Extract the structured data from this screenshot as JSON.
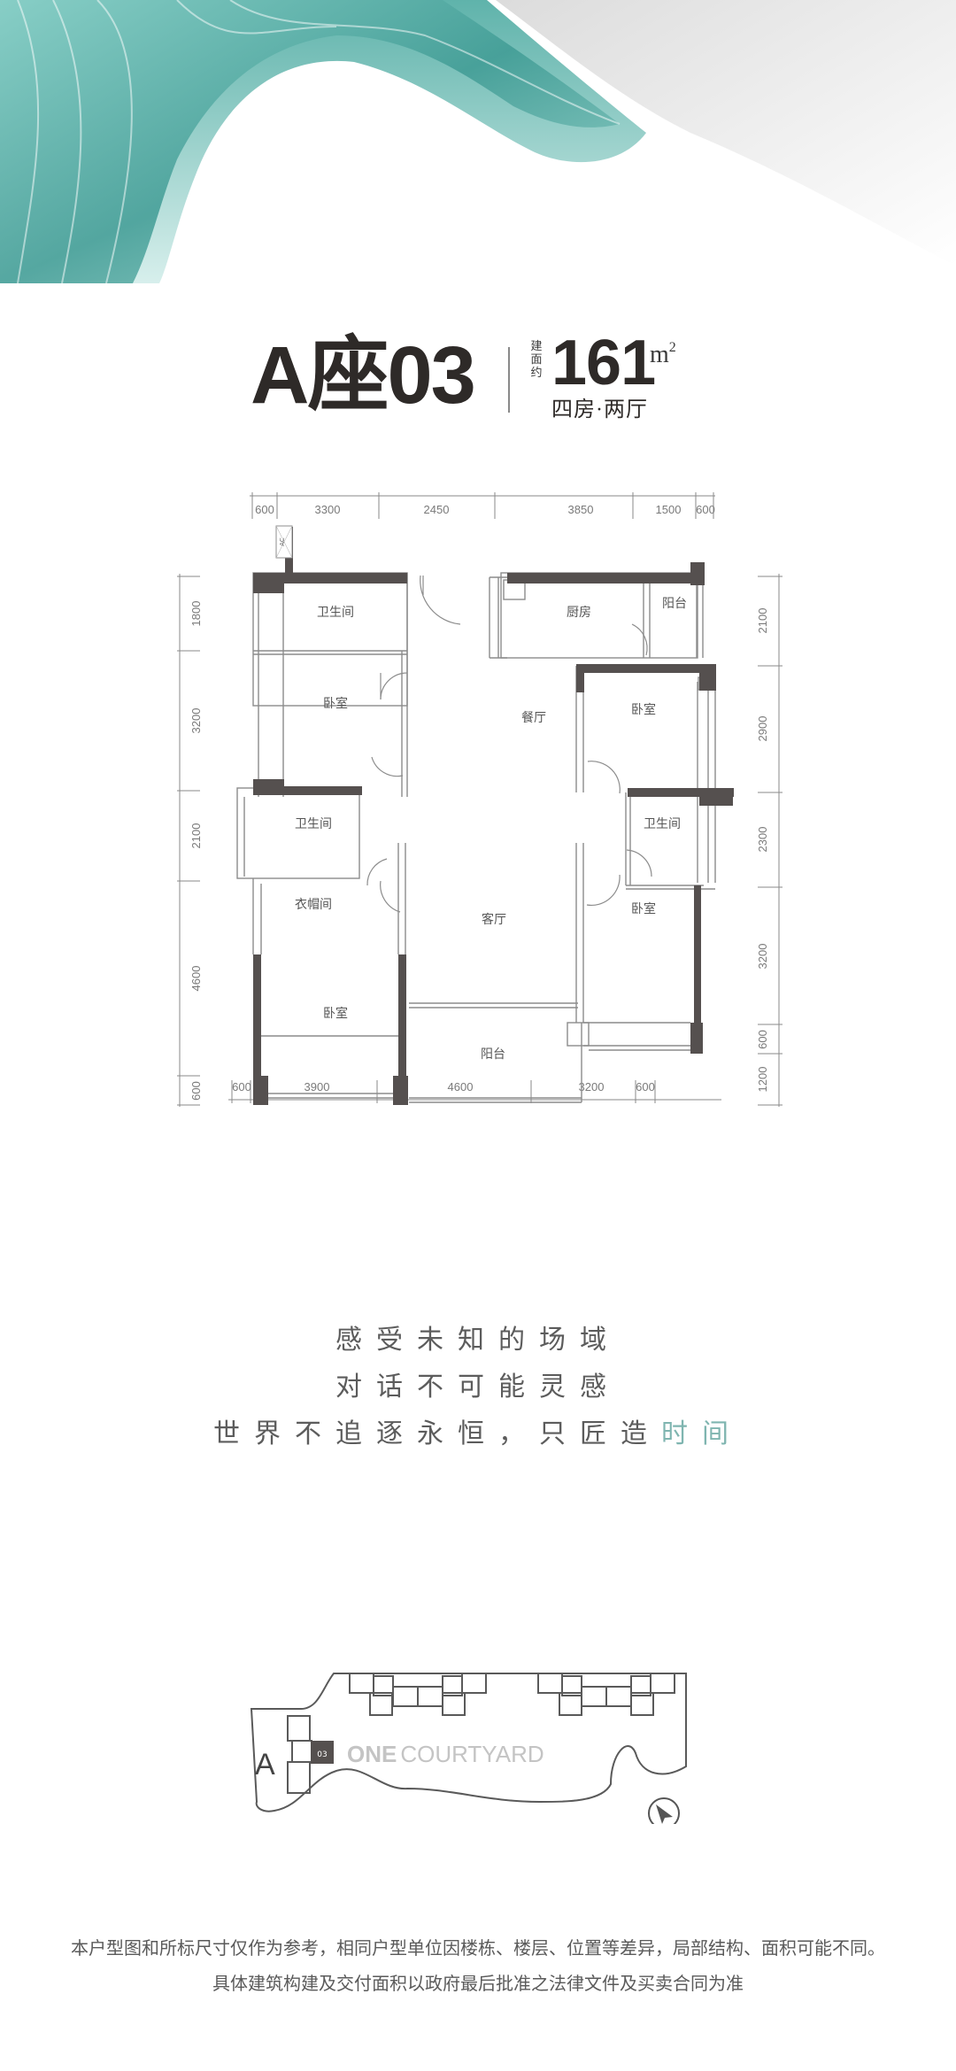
{
  "header": {
    "unit_code": "A座03",
    "area_label": "建面约",
    "area_value": "161",
    "area_unit": "m",
    "area_unit_sup": "2",
    "layout_type": "四房·两厅"
  },
  "floor_plan": {
    "top_dimensions": [
      "600",
      "3300",
      "2450",
      "3850",
      "1500",
      "600"
    ],
    "bottom_dimensions": [
      "600",
      "3900",
      "4600",
      "3200",
      "600"
    ],
    "left_dimensions": [
      "1800",
      "3200",
      "2100",
      "4600",
      "600"
    ],
    "right_dimensions": [
      "2100",
      "2900",
      "2300",
      "3200",
      "600",
      "1200"
    ],
    "ac_label": "AC",
    "rooms": {
      "bath_top_left": "卫生间",
      "bedroom_top_left": "卧室",
      "bath_mid_left": "卫生间",
      "cloakroom": "衣帽间",
      "bedroom_bottom_left": "卧室",
      "dining": "餐厅",
      "living": "客厅",
      "balcony_main": "阳台",
      "kitchen": "厨房",
      "balcony_kitchen": "阳台",
      "bedroom_top_right": "卧室",
      "bath_right": "卫生间",
      "bedroom_bottom_right": "卧室"
    }
  },
  "slogan": {
    "line1": "感受未知的场域",
    "line2": "对话不可能灵感",
    "line3_main": "世界不追逐永恒，只匠造",
    "line3_accent": "时间",
    "accent_color": "#7fb5b0"
  },
  "site_plan": {
    "building_label": "A",
    "unit_tag": "03",
    "brand_bold": "ONE",
    "brand_light": "COURTYARD"
  },
  "disclaimer": {
    "line1": "本户型图和所标尺寸仅作为参考，相同户型单位因楼栋、楼层、位置等差异，局部结构、面积可能不同。",
    "line2": "具体建筑构建及交付面积以政府最后批准之法律文件及买卖合同为准"
  },
  "colors": {
    "wall": "#55504f",
    "teal": "#4fa7a0",
    "text_dark": "#2e2a28"
  }
}
